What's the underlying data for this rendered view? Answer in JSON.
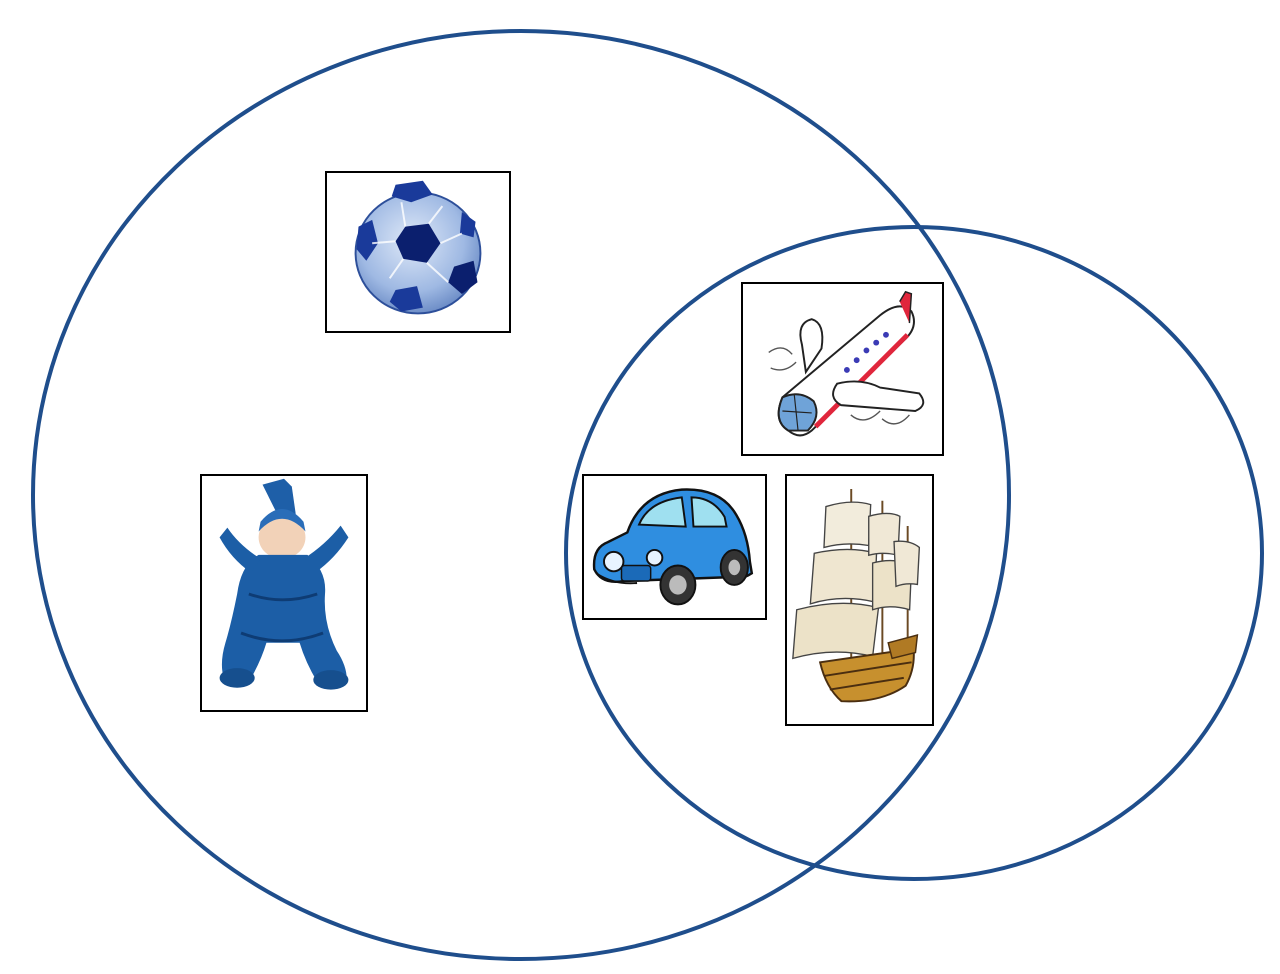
{
  "diagram": {
    "type": "venn",
    "colors": {
      "circle_stroke": "#1f4e8c",
      "card_border": "#000000",
      "background": "#ffffff"
    },
    "sets": [
      {
        "id": "left-set",
        "items": [
          "ball",
          "doll",
          "car",
          "ship",
          "airplane"
        ]
      },
      {
        "id": "right-set",
        "items": [
          "car",
          "ship",
          "airplane"
        ]
      }
    ],
    "items": [
      {
        "id": "ball",
        "icon": "soccer-ball-icon",
        "region": "left-only"
      },
      {
        "id": "doll",
        "icon": "blue-doll-icon",
        "region": "left-only"
      },
      {
        "id": "airplane",
        "icon": "airplane-icon",
        "region": "intersection"
      },
      {
        "id": "car",
        "icon": "blue-car-icon",
        "region": "intersection"
      },
      {
        "id": "ship",
        "icon": "sailing-ship-icon",
        "region": "intersection"
      }
    ]
  }
}
